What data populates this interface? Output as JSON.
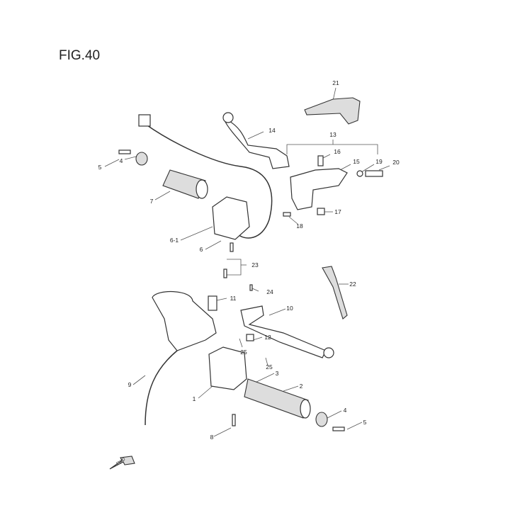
{
  "figure_title": "FIG.40",
  "labels": {
    "l21": "21",
    "l14": "14",
    "l13": "13",
    "l16": "16",
    "l15": "15",
    "l19": "19",
    "l20": "20",
    "l5a": "5",
    "l4a": "4",
    "l7": "7",
    "l17": "17",
    "l18": "18",
    "l61": "6-1",
    "l6": "6",
    "l23": "23",
    "l24": "24",
    "l22": "22",
    "l11": "11",
    "l10": "10",
    "l12": "12",
    "l25a": "25",
    "l25b": "25",
    "l3": "3",
    "l2": "2",
    "l9": "9",
    "l1": "1",
    "l4b": "4",
    "l5b": "5",
    "l8": "8"
  },
  "fwd_label": "FWD"
}
